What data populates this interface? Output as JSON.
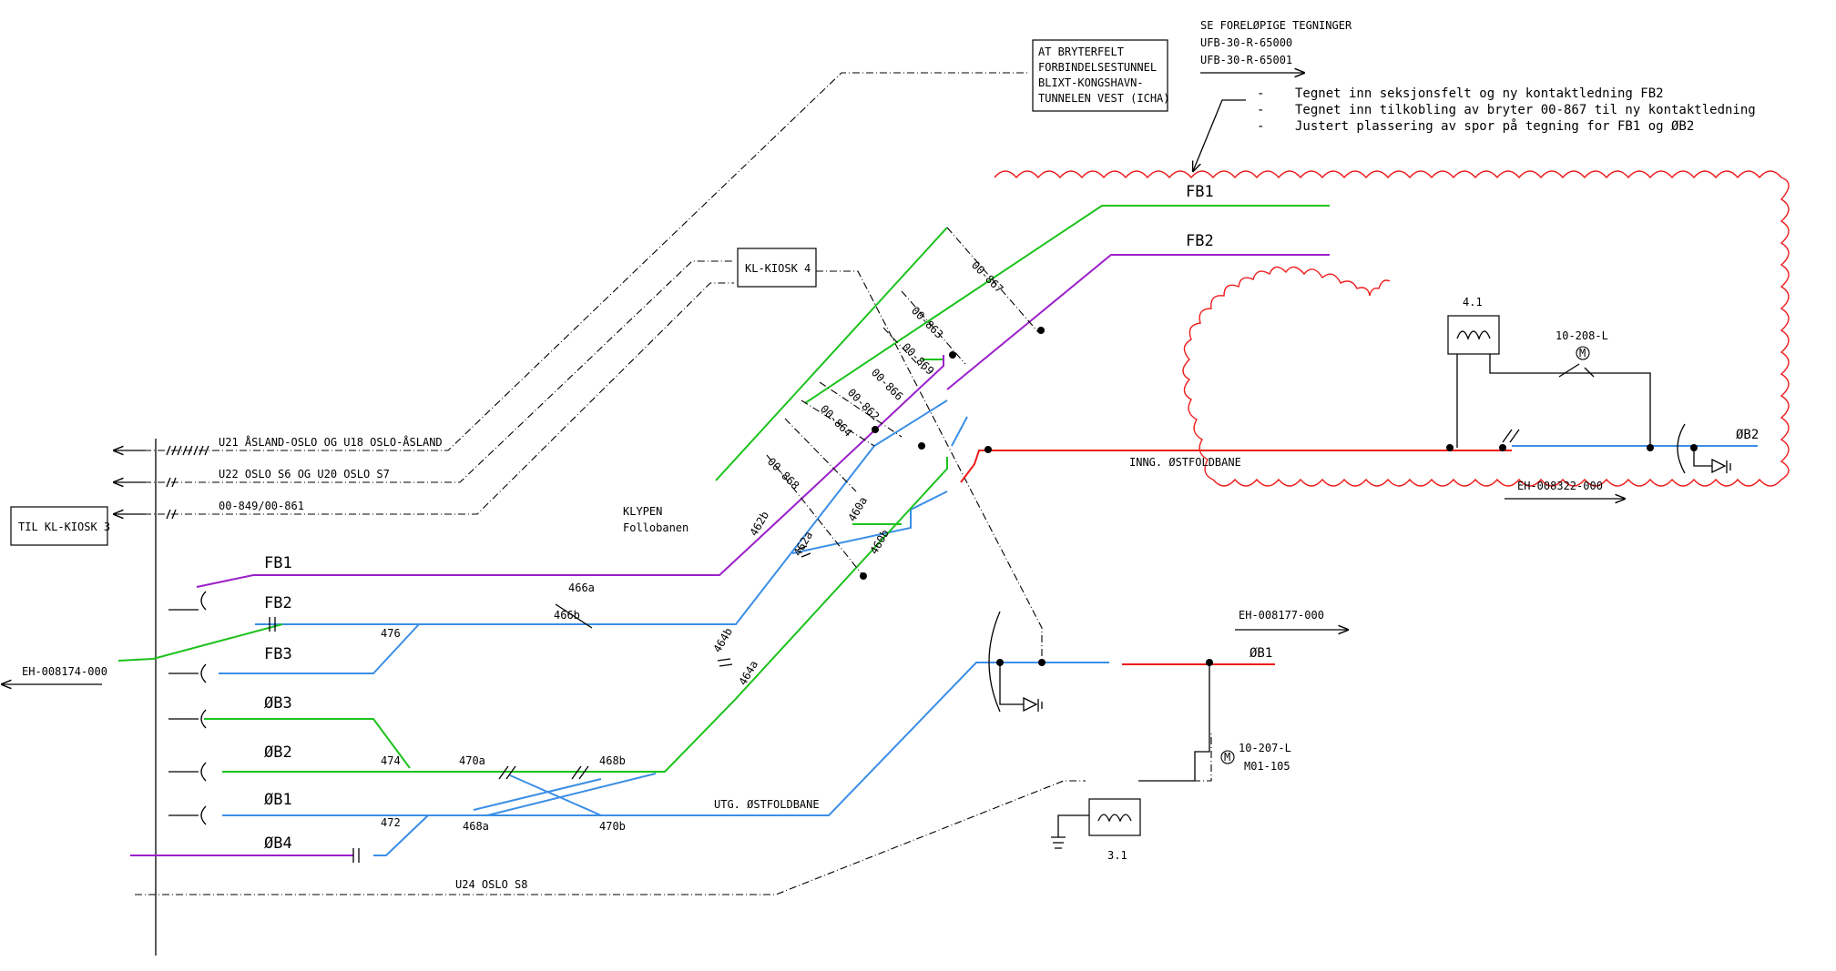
{
  "notes": {
    "header_lines": [
      "SE FORELØPIGE TEGNINGER",
      "UFB-30-R-65000",
      "UFB-30-R-65001"
    ],
    "revision_items": [
      "Tegnet inn seksjonsfelt og ny kontaktledning FB2",
      "Tegnet inn tilkobling av bryter 00-867 til ny kontaktledning",
      "Justert plassering av spor på tegning for FB1 og ØB2"
    ],
    "bullet": "-"
  },
  "boxes": {
    "at_bryterfelt": [
      "AT BRYTERFELT",
      "FORBINDELSESTUNNEL",
      "BLIXT-KONGSHAVN-",
      "TUNNELEN VEST (ICHA)"
    ],
    "kl_kiosk_4": "KL-KIOSK 4",
    "til_kl_kiosk_3": "TIL KL-KIOSK 3"
  },
  "cables": {
    "u21": "U21 ÅSLAND-OSLO OG U18 OSLO-ÅSLAND",
    "u22": "U22 OSLO S6 OG U20 OSLO S7",
    "c849": "00-849/00-861",
    "u24": "U24 OSLO S8"
  },
  "switches": {
    "s867": "00-867",
    "s863": "00-863",
    "s869": "00-869",
    "s866": "00-866",
    "s862": "00-862",
    "s864": "00-864",
    "s868": "00-868"
  },
  "tracks": {
    "fb1": "FB1",
    "fb2": "FB2",
    "fb3": "FB3",
    "ob3": "ØB3",
    "ob2": "ØB2",
    "ob1": "ØB1",
    "ob4": "ØB4",
    "fb1_top": "FB1",
    "fb2_top": "FB2",
    "ob2_right": "ØB2",
    "ob1_right": "ØB1"
  },
  "sections": {
    "s462b": "462b",
    "s462a": "462a",
    "s460a": "460a",
    "s460b": "460b",
    "s466a": "466a",
    "s466b": "466b",
    "s464b": "464b",
    "s464a": "464a",
    "s476": "476",
    "s474": "474",
    "s472": "472",
    "s470a": "470a",
    "s468b": "468b",
    "s468a": "468a",
    "s470b": "470b"
  },
  "labels": {
    "klypen": "KLYPEN",
    "follobanen": "Follobanen",
    "inng": "INNG. ØSTFOLDBANE",
    "utg": "UTG. ØSTFOLDBANE",
    "t41": "4.1",
    "t31": "3.1",
    "b10_208": "10-208-L",
    "b10_207": "10-207-L",
    "m01": "M01-105",
    "motor": "M"
  },
  "refs": {
    "eh8322": "EH-008322-000",
    "eh8177": "EH-008177-000",
    "eh8174": "EH-008174-000"
  },
  "colors": {
    "fb1": "#9b1fc9",
    "fb2_fb3": "#3a8ee6",
    "ob_green": "#1cc21c",
    "inng_red": "#ee1c1c",
    "revision_cloud": "#ee1c1c"
  }
}
